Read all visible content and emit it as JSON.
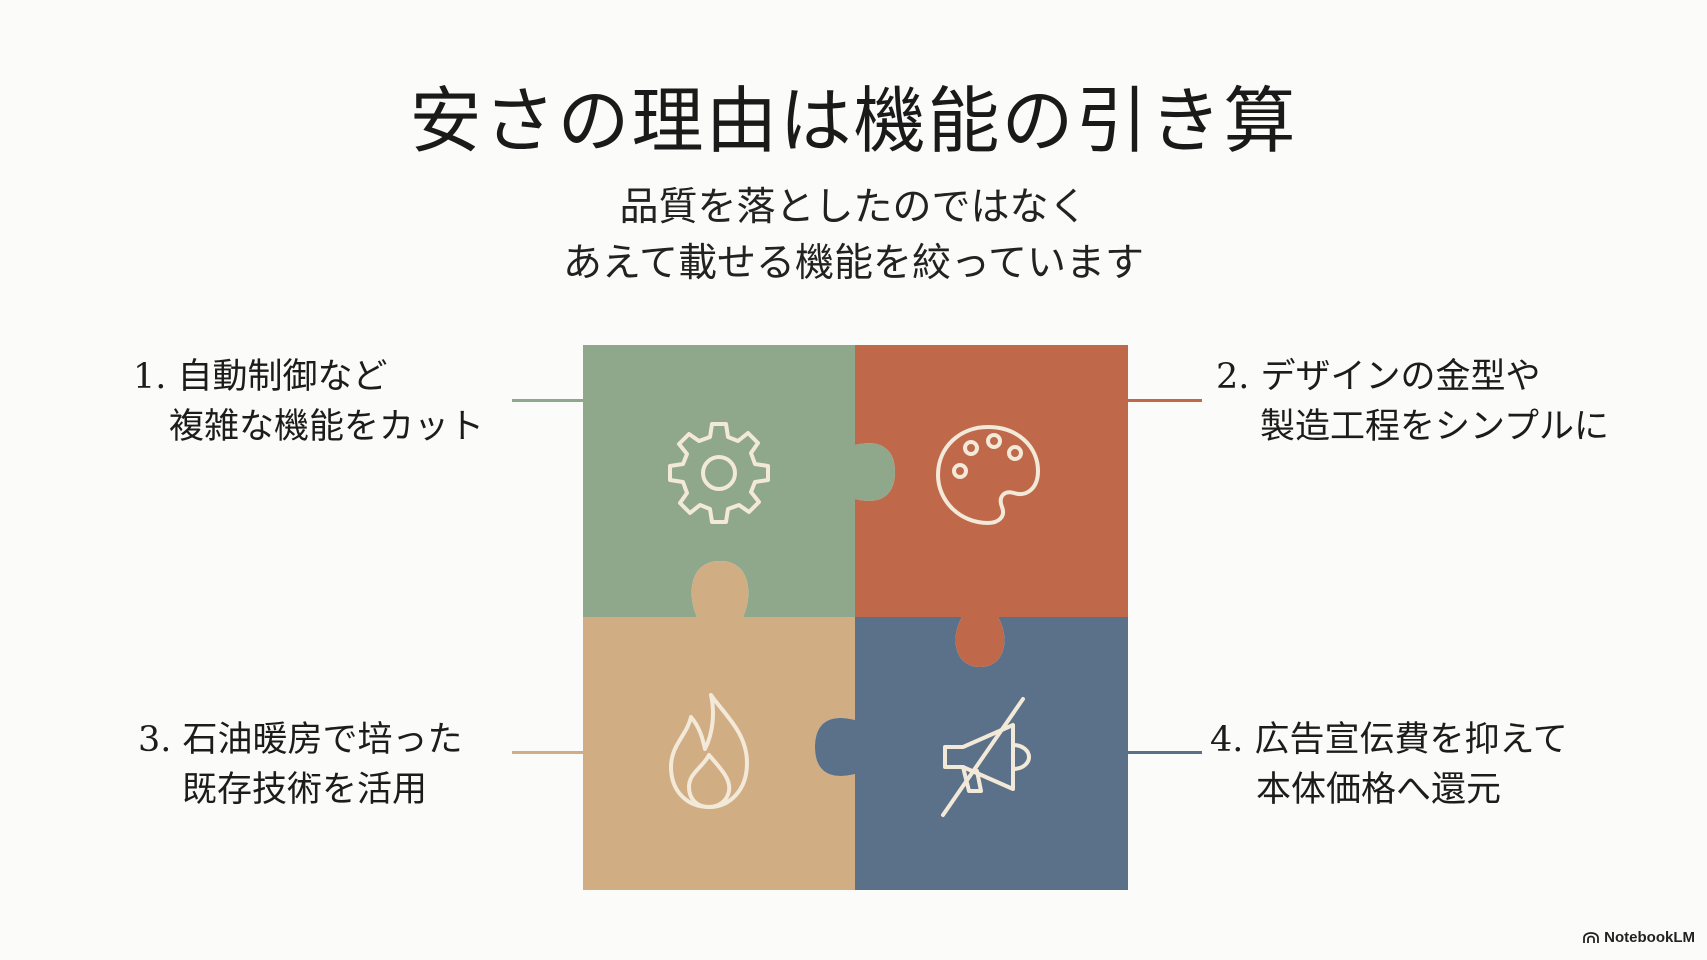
{
  "title": "安さの理由は機能の引き算",
  "subtitle": {
    "line1": "品質を落としたのではなく",
    "line2": "あえて載せる機能を絞っています"
  },
  "points": [
    {
      "line1": "1. 自動制御など",
      "line2": "複雑な機能をカット",
      "icon": "gear-icon",
      "color": "#8fa88b"
    },
    {
      "line1": "2. デザインの金型や",
      "line2": "製造工程をシンプルに",
      "icon": "palette-icon",
      "color": "#c0694a"
    },
    {
      "line1": "3. 石油暖房で培った",
      "line2": "既存技術を活用",
      "icon": "flame-icon",
      "color": "#d1ad84"
    },
    {
      "line1": "4. 広告宣伝費を抑えて",
      "line2": "本体価格へ還元",
      "icon": "no-megaphone-icon",
      "color": "#5b7189"
    }
  ],
  "colors": {
    "icon_stroke": "#f3e9d8"
  },
  "footer": {
    "brand": "NotebookLM"
  }
}
